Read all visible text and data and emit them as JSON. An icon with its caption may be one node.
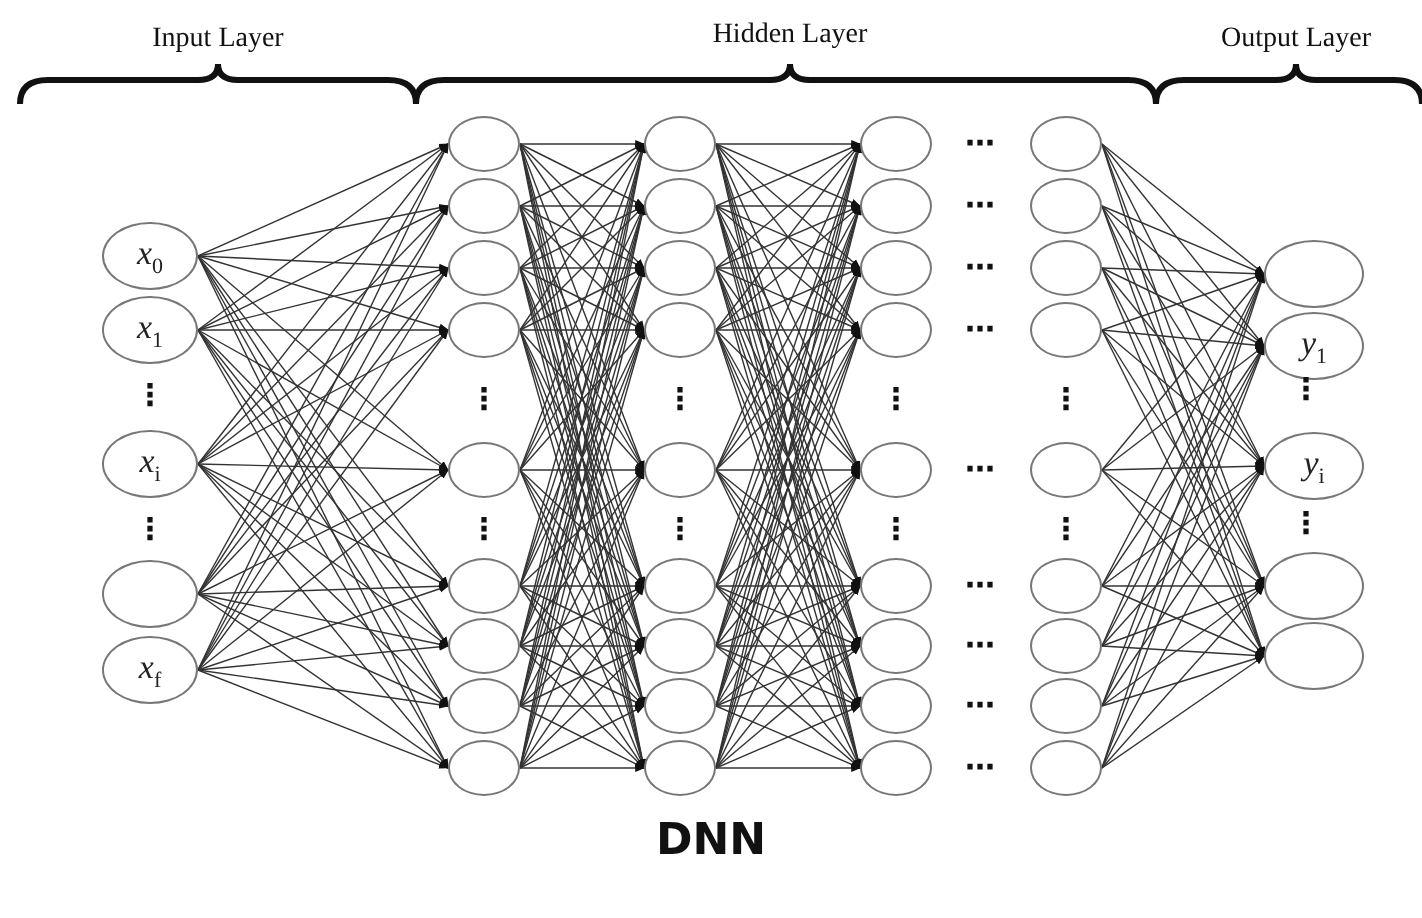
{
  "diagram": {
    "caption": "DNN",
    "nodes": [
      {
        "text": [
          "*x*$_{0}$"
        ]
      },
      {
        "text": [
          "*x*$_{1}$"
        ]
      },
      {
        "text": [
          "*x*$_{i}$"
        ]
      },
      {
        "text": [],
        "shape": "circle"
      },
      {
        "text": [
          "*x*$_{f}$"
        ]
      },
      {
        "text": [],
        "shape": "circle"
      },
      {
        "text": [],
        "shape": "circle"
      },
      {
        "text": [],
        "shape": "circle"
      },
      {
        "text": [],
        "shape": "circle"
      },
      {
        "text": [],
        "shape": "circle"
      },
      {
        "text": [],
        "shape": "circle"
      },
      {
        "text": [],
        "shape": "circle"
      },
      {
        "text": [],
        "shape": "circle"
      },
      {
        "text": [],
        "shape": "circle"
      },
      {
        "text": [],
        "shape": "circle"
      },
      {
        "text": [],
        "shape": "circle"
      },
      {
        "text": [],
        "shape": "circle"
      },
      {
        "text": [],
        "shape": "circle"
      },
      {
        "text": [],
        "shape": "circle"
      },
      {
        "text": [],
        "shape": "circle"
      },
      {
        "text": [],
        "shape": "circle"
      },
      {
        "text": [],
        "shape": "circle"
      },
      {
        "text": [],
        "shape": "circle"
      },
      {
        "text": [],
        "shape": "circle"
      },
      {
        "text": [],
        "shape": "circle"
      },
      {
        "text": [],
        "shape": "circle"
      },
      {
        "text": [],
        "shape": "circle"
      },
      {
        "text": [],
        "shape": "circle"
      },
      {
        "text": [],
        "shape": "circle"
      },
      {
        "text": [],
        "shape": "circle"
      },
      {
        "text": [],
        "shape": "circle"
      },
      {
        "text": [],
        "shape": "circle"
      },
      {
        "text": [],
        "shape": "circle"
      },
      {
        "text": [],
        "shape": "circle"
      },
      {
        "text": [],
        "shape": "circle"
      },
      {
        "text": [],
        "shape": "circle"
      },
      {
        "text": [],
        "shape": "circle"
      },
      {
        "text": [],
        "shape": "circle"
      },
      {
        "text": [],
        "shape": "circle"
      },
      {
        "text": [],
        "shape": "circle"
      },
      {
        "text": [],
        "shape": "circle"
      },
      {
        "text": [],
        "shape": "circle"
      },
      {
        "text": [
          "*y*$_{1}$"
        ]
      },
      {
        "text": [
          "*y*$_{i}$"
        ]
      },
      {
        "text": [],
        "shape": "circle"
      },
      {
        "text": [],
        "shape": "circle"
      }
    ],
    "edges": [
      {
        "from": 0,
        "to": 5,
        "arrow": "to"
      },
      {
        "from": 0,
        "to": 6,
        "arrow": "to"
      },
      {
        "from": 0,
        "to": 7,
        "arrow": "to"
      },
      {
        "from": 0,
        "to": 8,
        "arrow": "to"
      },
      {
        "from": 0,
        "to": 9,
        "arrow": "to"
      },
      {
        "from": 0,
        "to": 10,
        "arrow": "to"
      },
      {
        "from": 0,
        "to": 11,
        "arrow": "to"
      },
      {
        "from": 0,
        "to": 12,
        "arrow": "to"
      },
      {
        "from": 0,
        "to": 13,
        "arrow": "to"
      },
      {
        "from": 1,
        "to": 5,
        "arrow": "to"
      },
      {
        "from": 1,
        "to": 6,
        "arrow": "to"
      },
      {
        "from": 1,
        "to": 7,
        "arrow": "to"
      },
      {
        "from": 1,
        "to": 8,
        "arrow": "to"
      },
      {
        "from": 1,
        "to": 9,
        "arrow": "to"
      },
      {
        "from": 1,
        "to": 10,
        "arrow": "to"
      },
      {
        "from": 1,
        "to": 11,
        "arrow": "to"
      },
      {
        "from": 1,
        "to": 12,
        "arrow": "to"
      },
      {
        "from": 1,
        "to": 13,
        "arrow": "to"
      },
      {
        "from": 2,
        "to": 5,
        "arrow": "to"
      },
      {
        "from": 2,
        "to": 6,
        "arrow": "to"
      },
      {
        "from": 2,
        "to": 7,
        "arrow": "to"
      },
      {
        "from": 2,
        "to": 8,
        "arrow": "to"
      },
      {
        "from": 2,
        "to": 9,
        "arrow": "to"
      },
      {
        "from": 2,
        "to": 10,
        "arrow": "to"
      },
      {
        "from": 2,
        "to": 11,
        "arrow": "to"
      },
      {
        "from": 2,
        "to": 12,
        "arrow": "to"
      },
      {
        "from": 2,
        "to": 13,
        "arrow": "to"
      },
      {
        "from": 3,
        "to": 5,
        "arrow": "to"
      },
      {
        "from": 3,
        "to": 6,
        "arrow": "to"
      },
      {
        "from": 3,
        "to": 7,
        "arrow": "to"
      },
      {
        "from": 3,
        "to": 8,
        "arrow": "to"
      },
      {
        "from": 3,
        "to": 9,
        "arrow": "to"
      },
      {
        "from": 3,
        "to": 10,
        "arrow": "to"
      },
      {
        "from": 3,
        "to": 11,
        "arrow": "to"
      },
      {
        "from": 3,
        "to": 12,
        "arrow": "to"
      },
      {
        "from": 3,
        "to": 13,
        "arrow": "to"
      },
      {
        "from": 4,
        "to": 5,
        "arrow": "to"
      },
      {
        "from": 4,
        "to": 6,
        "arrow": "to"
      },
      {
        "from": 4,
        "to": 7,
        "arrow": "to"
      },
      {
        "from": 4,
        "to": 8,
        "arrow": "to"
      },
      {
        "from": 4,
        "to": 9,
        "arrow": "to"
      },
      {
        "from": 4,
        "to": 10,
        "arrow": "to"
      },
      {
        "from": 4,
        "to": 11,
        "arrow": "to"
      },
      {
        "from": 4,
        "to": 12,
        "arrow": "to"
      },
      {
        "from": 4,
        "to": 13,
        "arrow": "to"
      },
      {
        "from": 5,
        "to": 14,
        "arrow": "to"
      },
      {
        "from": 5,
        "to": 15,
        "arrow": "to"
      },
      {
        "from": 5,
        "to": 16,
        "arrow": "to"
      },
      {
        "from": 5,
        "to": 17,
        "arrow": "to"
      },
      {
        "from": 5,
        "to": 18,
        "arrow": "to"
      },
      {
        "from": 5,
        "to": 19,
        "arrow": "to"
      },
      {
        "from": 5,
        "to": 20,
        "arrow": "to"
      },
      {
        "from": 5,
        "to": 21,
        "arrow": "to"
      },
      {
        "from": 5,
        "to": 22,
        "arrow": "to"
      },
      {
        "from": 6,
        "to": 14,
        "arrow": "to"
      },
      {
        "from": 6,
        "to": 15,
        "arrow": "to"
      },
      {
        "from": 6,
        "to": 16,
        "arrow": "to"
      },
      {
        "from": 6,
        "to": 17,
        "arrow": "to"
      },
      {
        "from": 6,
        "to": 18,
        "arrow": "to"
      },
      {
        "from": 6,
        "to": 19,
        "arrow": "to"
      },
      {
        "from": 6,
        "to": 20,
        "arrow": "to"
      },
      {
        "from": 6,
        "to": 21,
        "arrow": "to"
      },
      {
        "from": 6,
        "to": 22,
        "arrow": "to"
      },
      {
        "from": 7,
        "to": 14,
        "arrow": "to"
      },
      {
        "from": 7,
        "to": 15,
        "arrow": "to"
      },
      {
        "from": 7,
        "to": 16,
        "arrow": "to"
      },
      {
        "from": 7,
        "to": 17,
        "arrow": "to"
      },
      {
        "from": 7,
        "to": 18,
        "arrow": "to"
      },
      {
        "from": 7,
        "to": 19,
        "arrow": "to"
      },
      {
        "from": 7,
        "to": 20,
        "arrow": "to"
      },
      {
        "from": 7,
        "to": 21,
        "arrow": "to"
      },
      {
        "from": 7,
        "to": 22,
        "arrow": "to"
      },
      {
        "from": 8,
        "to": 14,
        "arrow": "to"
      },
      {
        "from": 8,
        "to": 15,
        "arrow": "to"
      },
      {
        "from": 8,
        "to": 16,
        "arrow": "to"
      },
      {
        "from": 8,
        "to": 17,
        "arrow": "to"
      },
      {
        "from": 8,
        "to": 18,
        "arrow": "to"
      },
      {
        "from": 8,
        "to": 19,
        "arrow": "to"
      },
      {
        "from": 8,
        "to": 20,
        "arrow": "to"
      },
      {
        "from": 8,
        "to": 21,
        "arrow": "to"
      },
      {
        "from": 8,
        "to": 22,
        "arrow": "to"
      },
      {
        "from": 9,
        "to": 14,
        "arrow": "to"
      },
      {
        "from": 9,
        "to": 15,
        "arrow": "to"
      },
      {
        "from": 9,
        "to": 16,
        "arrow": "to"
      },
      {
        "from": 9,
        "to": 17,
        "arrow": "to"
      },
      {
        "from": 9,
        "to": 18,
        "arrow": "to"
      },
      {
        "from": 9,
        "to": 19,
        "arrow": "to"
      },
      {
        "from": 9,
        "to": 20,
        "arrow": "to"
      },
      {
        "from": 9,
        "to": 21,
        "arrow": "to"
      },
      {
        "from": 9,
        "to": 22,
        "arrow": "to"
      },
      {
        "from": 10,
        "to": 14,
        "arrow": "to"
      },
      {
        "from": 10,
        "to": 15,
        "arrow": "to"
      },
      {
        "from": 10,
        "to": 16,
        "arrow": "to"
      },
      {
        "from": 10,
        "to": 17,
        "arrow": "to"
      },
      {
        "from": 10,
        "to": 18,
        "arrow": "to"
      },
      {
        "from": 10,
        "to": 19,
        "arrow": "to"
      },
      {
        "from": 10,
        "to": 20,
        "arrow": "to"
      },
      {
        "from": 10,
        "to": 21,
        "arrow": "to"
      },
      {
        "from": 10,
        "to": 22,
        "arrow": "to"
      },
      {
        "from": 11,
        "to": 14,
        "arrow": "to"
      },
      {
        "from": 11,
        "to": 15,
        "arrow": "to"
      },
      {
        "from": 11,
        "to": 16,
        "arrow": "to"
      },
      {
        "from": 11,
        "to": 17,
        "arrow": "to"
      },
      {
        "from": 11,
        "to": 18,
        "arrow": "to"
      },
      {
        "from": 11,
        "to": 19,
        "arrow": "to"
      },
      {
        "from": 11,
        "to": 20,
        "arrow": "to"
      },
      {
        "from": 11,
        "to": 21,
        "arrow": "to"
      },
      {
        "from": 11,
        "to": 22,
        "arrow": "to"
      },
      {
        "from": 12,
        "to": 14,
        "arrow": "to"
      },
      {
        "from": 12,
        "to": 15,
        "arrow": "to"
      },
      {
        "from": 12,
        "to": 16,
        "arrow": "to"
      },
      {
        "from": 12,
        "to": 17,
        "arrow": "to"
      },
      {
        "from": 12,
        "to": 18,
        "arrow": "to"
      },
      {
        "from": 12,
        "to": 19,
        "arrow": "to"
      },
      {
        "from": 12,
        "to": 20,
        "arrow": "to"
      },
      {
        "from": 12,
        "to": 21,
        "arrow": "to"
      },
      {
        "from": 12,
        "to": 22,
        "arrow": "to"
      },
      {
        "from": 13,
        "to": 14,
        "arrow": "to"
      },
      {
        "from": 13,
        "to": 15,
        "arrow": "to"
      },
      {
        "from": 13,
        "to": 16,
        "arrow": "to"
      },
      {
        "from": 13,
        "to": 17,
        "arrow": "to"
      },
      {
        "from": 13,
        "to": 18,
        "arrow": "to"
      },
      {
        "from": 13,
        "to": 19,
        "arrow": "to"
      },
      {
        "from": 13,
        "to": 20,
        "arrow": "to"
      },
      {
        "from": 13,
        "to": 21,
        "arrow": "to"
      },
      {
        "from": 13,
        "to": 22,
        "arrow": "to"
      },
      {
        "from": 14,
        "to": 23,
        "arrow": "to"
      },
      {
        "from": 14,
        "to": 24,
        "arrow": "to"
      },
      {
        "from": 14,
        "to": 25,
        "arrow": "to"
      },
      {
        "from": 14,
        "to": 26,
        "arrow": "to"
      },
      {
        "from": 14,
        "to": 27,
        "arrow": "to"
      },
      {
        "from": 14,
        "to": 28,
        "arrow": "to"
      },
      {
        "from": 14,
        "to": 29,
        "arrow": "to"
      },
      {
        "from": 14,
        "to": 30,
        "arrow": "to"
      },
      {
        "from": 14,
        "to": 31,
        "arrow": "to"
      },
      {
        "from": 15,
        "to": 23,
        "arrow": "to"
      },
      {
        "from": 15,
        "to": 24,
        "arrow": "to"
      },
      {
        "from": 15,
        "to": 25,
        "arrow": "to"
      },
      {
        "from": 15,
        "to": 26,
        "arrow": "to"
      },
      {
        "from": 15,
        "to": 27,
        "arrow": "to"
      },
      {
        "from": 15,
        "to": 28,
        "arrow": "to"
      },
      {
        "from": 15,
        "to": 29,
        "arrow": "to"
      },
      {
        "from": 15,
        "to": 30,
        "arrow": "to"
      },
      {
        "from": 15,
        "to": 31,
        "arrow": "to"
      },
      {
        "from": 16,
        "to": 23,
        "arrow": "to"
      },
      {
        "from": 16,
        "to": 24,
        "arrow": "to"
      },
      {
        "from": 16,
        "to": 25,
        "arrow": "to"
      },
      {
        "from": 16,
        "to": 26,
        "arrow": "to"
      },
      {
        "from": 16,
        "to": 27,
        "arrow": "to"
      },
      {
        "from": 16,
        "to": 28,
        "arrow": "to"
      },
      {
        "from": 16,
        "to": 29,
        "arrow": "to"
      },
      {
        "from": 16,
        "to": 30,
        "arrow": "to"
      },
      {
        "from": 16,
        "to": 31,
        "arrow": "to"
      },
      {
        "from": 17,
        "to": 23,
        "arrow": "to"
      },
      {
        "from": 17,
        "to": 24,
        "arrow": "to"
      },
      {
        "from": 17,
        "to": 25,
        "arrow": "to"
      },
      {
        "from": 17,
        "to": 26,
        "arrow": "to"
      },
      {
        "from": 17,
        "to": 27,
        "arrow": "to"
      },
      {
        "from": 17,
        "to": 28,
        "arrow": "to"
      },
      {
        "from": 17,
        "to": 29,
        "arrow": "to"
      },
      {
        "from": 17,
        "to": 30,
        "arrow": "to"
      },
      {
        "from": 17,
        "to": 31,
        "arrow": "to"
      },
      {
        "from": 18,
        "to": 23,
        "arrow": "to"
      },
      {
        "from": 18,
        "to": 24,
        "arrow": "to"
      },
      {
        "from": 18,
        "to": 25,
        "arrow": "to"
      },
      {
        "from": 18,
        "to": 26,
        "arrow": "to"
      },
      {
        "from": 18,
        "to": 27,
        "arrow": "to"
      },
      {
        "from": 18,
        "to": 28,
        "arrow": "to"
      },
      {
        "from": 18,
        "to": 29,
        "arrow": "to"
      },
      {
        "from": 18,
        "to": 30,
        "arrow": "to"
      },
      {
        "from": 18,
        "to": 31,
        "arrow": "to"
      },
      {
        "from": 19,
        "to": 23,
        "arrow": "to"
      },
      {
        "from": 19,
        "to": 24,
        "arrow": "to"
      },
      {
        "from": 19,
        "to": 25,
        "arrow": "to"
      },
      {
        "from": 19,
        "to": 26,
        "arrow": "to"
      },
      {
        "from": 19,
        "to": 27,
        "arrow": "to"
      },
      {
        "from": 19,
        "to": 28,
        "arrow": "to"
      },
      {
        "from": 19,
        "to": 29,
        "arrow": "to"
      },
      {
        "from": 19,
        "to": 30,
        "arrow": "to"
      },
      {
        "from": 19,
        "to": 31,
        "arrow": "to"
      },
      {
        "from": 20,
        "to": 23,
        "arrow": "to"
      },
      {
        "from": 20,
        "to": 24,
        "arrow": "to"
      },
      {
        "from": 20,
        "to": 25,
        "arrow": "to"
      },
      {
        "from": 20,
        "to": 26,
        "arrow": "to"
      },
      {
        "from": 20,
        "to": 27,
        "arrow": "to"
      },
      {
        "from": 20,
        "to": 28,
        "arrow": "to"
      },
      {
        "from": 20,
        "to": 29,
        "arrow": "to"
      },
      {
        "from": 20,
        "to": 30,
        "arrow": "to"
      },
      {
        "from": 20,
        "to": 31,
        "arrow": "to"
      },
      {
        "from": 21,
        "to": 23,
        "arrow": "to"
      },
      {
        "from": 21,
        "to": 24,
        "arrow": "to"
      },
      {
        "from": 21,
        "to": 25,
        "arrow": "to"
      },
      {
        "from": 21,
        "to": 26,
        "arrow": "to"
      },
      {
        "from": 21,
        "to": 27,
        "arrow": "to"
      },
      {
        "from": 21,
        "to": 28,
        "arrow": "to"
      },
      {
        "from": 21,
        "to": 29,
        "arrow": "to"
      },
      {
        "from": 21,
        "to": 30,
        "arrow": "to"
      },
      {
        "from": 21,
        "to": 31,
        "arrow": "to"
      },
      {
        "from": 22,
        "to": 23,
        "arrow": "to"
      },
      {
        "from": 22,
        "to": 24,
        "arrow": "to"
      },
      {
        "from": 22,
        "to": 25,
        "arrow": "to"
      },
      {
        "from": 22,
        "to": 26,
        "arrow": "to"
      },
      {
        "from": 22,
        "to": 27,
        "arrow": "to"
      },
      {
        "from": 22,
        "to": 28,
        "arrow": "to"
      },
      {
        "from": 22,
        "to": 29,
        "arrow": "to"
      },
      {
        "from": 22,
        "to": 30,
        "arrow": "to"
      },
      {
        "from": 22,
        "to": 31,
        "arrow": "to"
      },
      {
        "from": 32,
        "to": 41,
        "arrow": "to"
      },
      {
        "from": 32,
        "to": 42,
        "arrow": "to"
      },
      {
        "from": 32,
        "to": 43,
        "arrow": "to"
      },
      {
        "from": 32,
        "to": 44,
        "arrow": "to"
      },
      {
        "from": 32,
        "to": 45,
        "arrow": "to"
      },
      {
        "from": 33,
        "to": 41,
        "arrow": "to"
      },
      {
        "from": 33,
        "to": 42,
        "arrow": "to"
      },
      {
        "from": 33,
        "to": 43,
        "arrow": "to"
      },
      {
        "from": 33,
        "to": 44,
        "arrow": "to"
      },
      {
        "from": 33,
        "to": 45,
        "arrow": "to"
      },
      {
        "from": 34,
        "to": 41,
        "arrow": "to"
      },
      {
        "from": 34,
        "to": 42,
        "arrow": "to"
      },
      {
        "from": 34,
        "to": 43,
        "arrow": "to"
      },
      {
        "from": 34,
        "to": 44,
        "arrow": "to"
      },
      {
        "from": 34,
        "to": 45,
        "arrow": "to"
      },
      {
        "from": 35,
        "to": 41,
        "arrow": "to"
      },
      {
        "from": 35,
        "to": 42,
        "arrow": "to"
      },
      {
        "from": 35,
        "to": 43,
        "arrow": "to"
      },
      {
        "from": 35,
        "to": 44,
        "arrow": "to"
      },
      {
        "from": 35,
        "to": 45,
        "arrow": "to"
      },
      {
        "from": 36,
        "to": 41,
        "arrow": "to"
      },
      {
        "from": 36,
        "to": 42,
        "arrow": "to"
      },
      {
        "from": 36,
        "to": 43,
        "arrow": "to"
      },
      {
        "from": 36,
        "to": 44,
        "arrow": "to"
      },
      {
        "from": 36,
        "to": 45,
        "arrow": "to"
      },
      {
        "from": 37,
        "to": 41,
        "arrow": "to"
      },
      {
        "from": 37,
        "to": 42,
        "arrow": "to"
      },
      {
        "from": 37,
        "to": 43,
        "arrow": "to"
      },
      {
        "from": 37,
        "to": 44,
        "arrow": "to"
      },
      {
        "from": 37,
        "to": 45,
        "arrow": "to"
      },
      {
        "from": 38,
        "to": 41,
        "arrow": "to"
      },
      {
        "from": 38,
        "to": 42,
        "arrow": "to"
      },
      {
        "from": 38,
        "to": 43,
        "arrow": "to"
      },
      {
        "from": 38,
        "to": 44,
        "arrow": "to"
      },
      {
        "from": 38,
        "to": 45,
        "arrow": "to"
      },
      {
        "from": 39,
        "to": 41,
        "arrow": "to"
      },
      {
        "from": 39,
        "to": 42,
        "arrow": "to"
      },
      {
        "from": 39,
        "to": 43,
        "arrow": "to"
      },
      {
        "from": 39,
        "to": 44,
        "arrow": "to"
      },
      {
        "from": 39,
        "to": 45,
        "arrow": "to"
      },
      {
        "from": 40,
        "to": 41,
        "arrow": "to"
      },
      {
        "from": 40,
        "to": 42,
        "arrow": "to"
      },
      {
        "from": 40,
        "to": 43,
        "arrow": "to"
      },
      {
        "from": 40,
        "to": 44,
        "arrow": "to"
      },
      {
        "from": 40,
        "to": 45,
        "arrow": "to"
      }
    ],
    "labels": [
      "Input Layer",
      "Hidden Layer",
      "Output Layer",
      "⋮",
      "⋮",
      "⋮",
      "⋮",
      "⋮",
      "⋮",
      "⋮",
      "⋮",
      "⋯",
      "⋯",
      "⋯",
      "⋯",
      "⋯",
      "⋯",
      "⋯",
      "⋯",
      "⋯",
      "⋮",
      "⋮",
      "⋮",
      "⋮"
    ]
  }
}
